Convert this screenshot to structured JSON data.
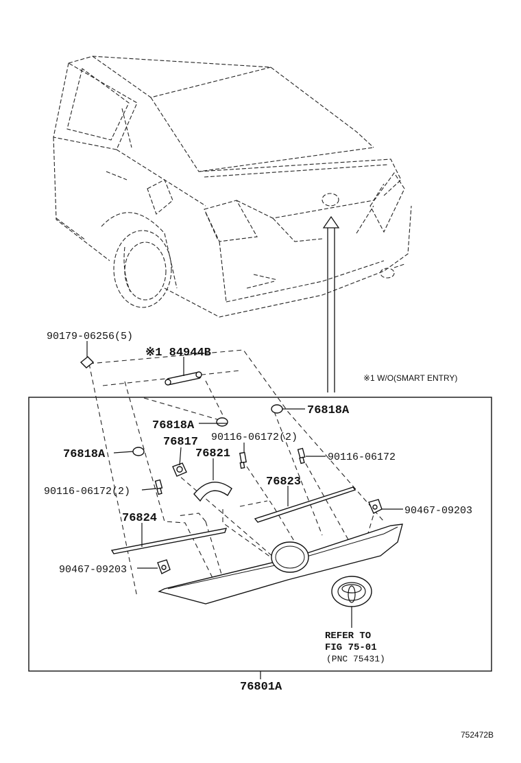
{
  "labels": {
    "p90179": "90179-06256(5)",
    "p84944B": "※1 84944B",
    "note_smart": "※1 W/O(SMART ENTRY)",
    "p76818A_right": "76818A",
    "p76818A_mid": "76818A",
    "p76817": "76817",
    "p90116_mid": "90116-06172(2)",
    "p76818A_left": "76818A",
    "p76821": "76821",
    "p90116_right": "90116-06172",
    "p90116_left": "90116-06172(2)",
    "p76823": "76823",
    "p90467_right": "90467-09203",
    "p76824": "76824",
    "p90467_left": "90467-09203",
    "refer_line1": "REFER TO",
    "refer_line2": "FIG 75-01",
    "refer_line3": "(PNC 75431)",
    "p76801A": "76801A",
    "drawing_id": "752472B"
  },
  "icons": [
    "car-rear-view-icon",
    "toyota-emblem-icon",
    "clip-icon",
    "screw-icon"
  ]
}
